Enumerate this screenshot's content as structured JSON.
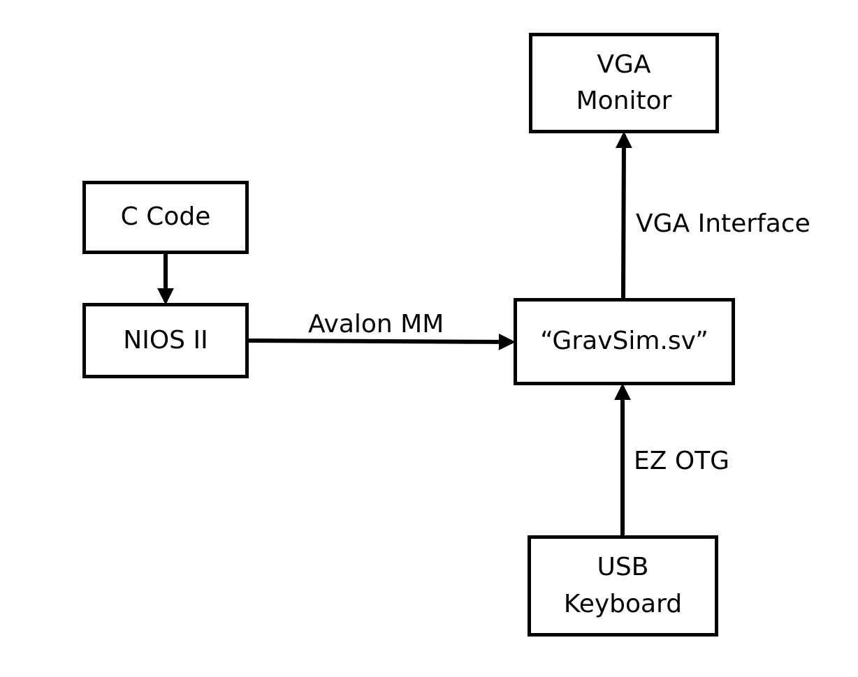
{
  "nodes": {
    "vga_monitor": "VGA\nMonitor",
    "c_code": "C Code",
    "nios_ii": "NIOS II",
    "gravsim": "“GravSim.sv”",
    "usb_keyboard": "USB\nKeyboard"
  },
  "edges": {
    "c_code_to_nios": "",
    "nios_to_gravsim": "Avalon MM",
    "gravsim_to_vga": "VGA Interface",
    "keyboard_to_gravsim": "EZ OTG"
  },
  "colors": {
    "stroke": "#000000",
    "background": "#ffffff"
  }
}
